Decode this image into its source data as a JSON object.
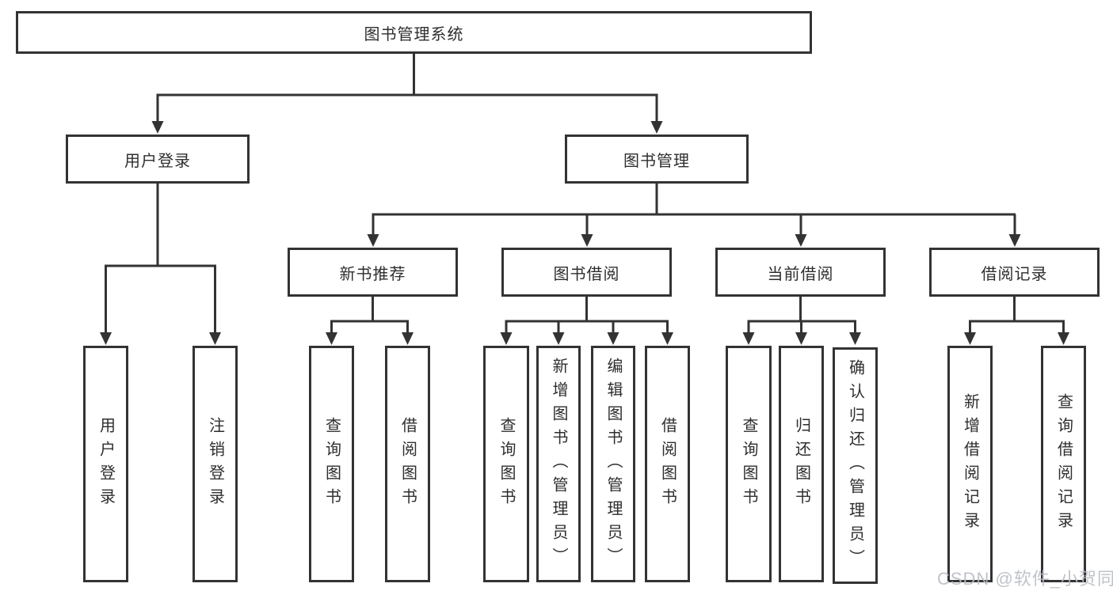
{
  "diagram": {
    "root": {
      "label": "图书管理系统"
    },
    "branches": [
      {
        "label": "用户登录",
        "children": [
          {
            "label": "用户登录"
          },
          {
            "label": "注销登录"
          }
        ]
      },
      {
        "label": "图书管理",
        "children": [
          {
            "label": "新书推荐",
            "children": [
              {
                "label": "查询图书"
              },
              {
                "label": "借阅图书"
              }
            ]
          },
          {
            "label": "图书借阅",
            "children": [
              {
                "label": "查询图书"
              },
              {
                "label": "新增图书（管理员）"
              },
              {
                "label": "编辑图书（管理员）"
              },
              {
                "label": "借阅图书"
              }
            ]
          },
          {
            "label": "当前借阅",
            "children": [
              {
                "label": "查询图书"
              },
              {
                "label": "归还图书"
              },
              {
                "label": "确认归还（管理员）"
              }
            ]
          },
          {
            "label": "借阅记录",
            "children": [
              {
                "label": "新增借阅记录"
              },
              {
                "label": "查询借阅记录"
              }
            ]
          }
        ]
      }
    ]
  },
  "watermark": "CSDN @软件_小贺同学",
  "colors": {
    "line": "#333333",
    "text": "#2e2e2e",
    "background": "#ffffff",
    "watermark": "#b9bdc4"
  }
}
